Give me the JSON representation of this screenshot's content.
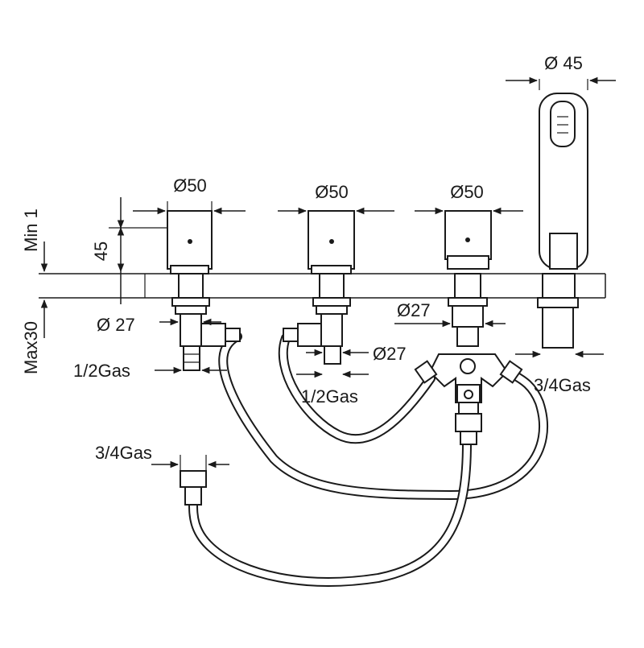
{
  "dimensions": {
    "handle_diameter_1": "Ø50",
    "handle_diameter_2": "Ø50",
    "handle_diameter_3": "Ø50",
    "shower_diameter": "Ø 45",
    "handle_height": "45",
    "deck_min": "Min 1",
    "deck_max": "Max30",
    "shank_diameter_left": "Ø 27",
    "shank_diameter_mid": "Ø27",
    "shank_diameter_diverter": "Ø27",
    "thread_left": "1/2Gas",
    "thread_mid": "1/2Gas",
    "thread_shower": "3/4Gas",
    "thread_hose_end": "3/4Gas"
  },
  "colors": {
    "line": "#1a1a1a",
    "background": "#ffffff"
  }
}
